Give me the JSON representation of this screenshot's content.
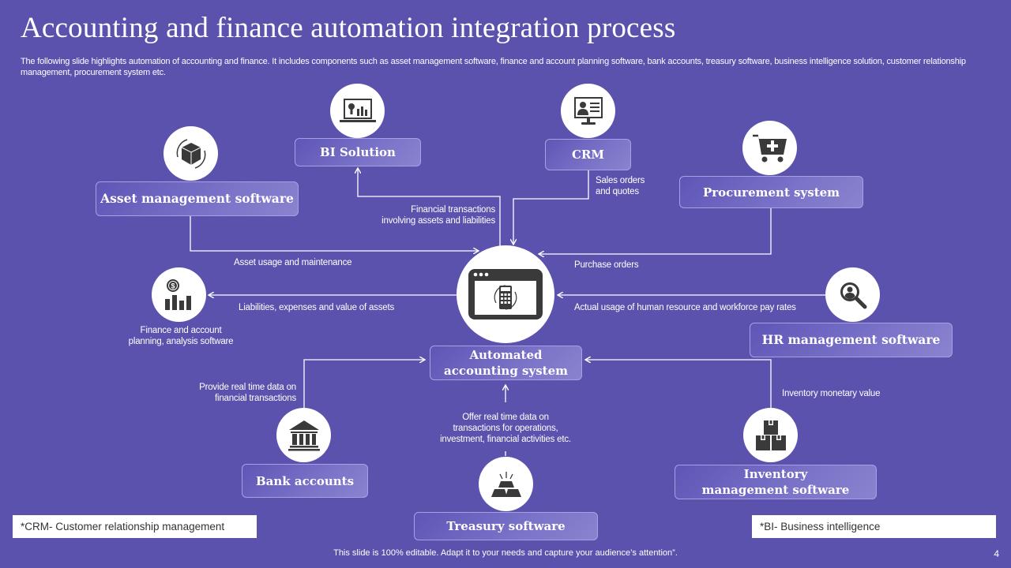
{
  "slide": {
    "title": "Accounting and finance automation integration process",
    "subtitle": "The following slide highlights automation of accounting and finance. It includes components such as asset management software, finance and account planning software, bank accounts, treasury software, business intelligence solution, customer relationship management, procurement system etc.",
    "footer": "This slide is 100% editable. Adapt it to your needs and capture your audience’s attention”.",
    "page_number": "4"
  },
  "center": {
    "label_line1": "Automated",
    "label_line2": "accounting system",
    "icon": "calculator-window-icon"
  },
  "nodes": {
    "asset": {
      "label": "Asset management software",
      "icon": "cube-cycle-icon"
    },
    "bi": {
      "label": "BI Solution",
      "icon": "monitor-chart-icon"
    },
    "crm": {
      "label": "CRM",
      "icon": "monitor-user-icon"
    },
    "procurement": {
      "label": "Procurement system",
      "icon": "cart-plus-icon"
    },
    "finance": {
      "label_line1": "Finance and account",
      "label_line2": "planning, analysis software",
      "icon": "dollar-chart-icon"
    },
    "hr": {
      "label": "HR management software",
      "icon": "user-search-icon"
    },
    "bank": {
      "label": "Bank accounts",
      "icon": "bank-icon"
    },
    "treasury": {
      "label": "Treasury software",
      "icon": "gold-bars-icon"
    },
    "inventory": {
      "label_line1": "Inventory",
      "label_line2": "management software",
      "icon": "boxes-icon"
    }
  },
  "flows": {
    "asset_usage": "Asset usage and maintenance",
    "financial_tx_line1": "Financial transactions",
    "financial_tx_line2": "involving assets and liabilities",
    "sales_line1": "Sales orders",
    "sales_line2": "and quotes",
    "purchase": "Purchase orders",
    "liabilities": "Liabilities, expenses and value of assets",
    "hr_usage": "Actual  usage of human resource and workforce pay rates",
    "bank_line1": "Provide real time data on",
    "bank_line2": "financial transactions",
    "treasury_line1": "Offer real time data on",
    "treasury_line2": "transactions for operations,",
    "treasury_line3": "investment, financial activities etc.",
    "inventory": "Inventory  monetary value"
  },
  "notes": {
    "crm": "*CRM-  Customer  relationship management",
    "bi": "*BI-  Business  intelligence"
  },
  "colors": {
    "background": "#5a52ad",
    "box_border": "#a7a1e4",
    "icon_dark": "#3a3a3a",
    "line": "#ffffff"
  }
}
